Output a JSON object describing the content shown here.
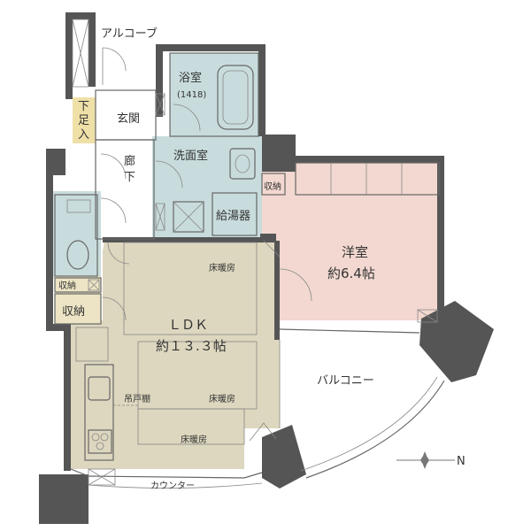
{
  "rooms": {
    "alcove": "アルコーブ",
    "bathroom": "浴室",
    "bathroom_size": "(1418)",
    "shoe_storage": "下足入",
    "entrance": "玄関",
    "washroom": "洗面室",
    "hallway": "廊下",
    "storage_small": "収納",
    "water_heater": "給湯器",
    "storage_left_small": "収納",
    "storage_left": "収納",
    "western_room": "洋室",
    "western_room_size": "約6.4帖",
    "floor_heating_1": "床暖房",
    "ldk": "ＬＤＫ",
    "ldk_size": "約１３.３帖",
    "hanging_cabinet": "吊戸棚",
    "floor_heating_2": "床暖房",
    "floor_heating_3": "床暖房",
    "balcony": "バルコニー",
    "counter": "カウンター"
  },
  "compass": {
    "north_label": "N"
  },
  "colors": {
    "wall": "#555555",
    "ldk": "#ddd7bf",
    "wet": "#c9dcdd",
    "western": "#f2d8d0",
    "shoe": "#efe0a8",
    "storage": "#ece4c4"
  }
}
